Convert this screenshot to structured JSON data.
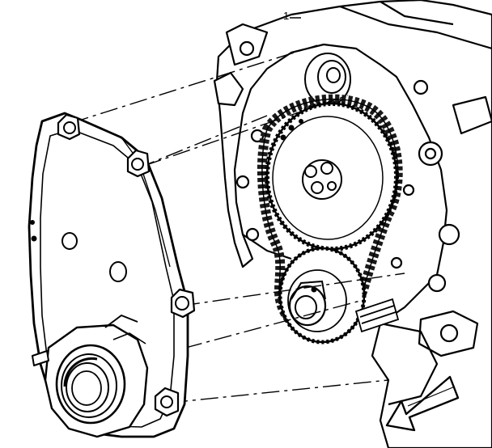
{
  "diagram": {
    "callout_number": "1",
    "colors": {
      "ink": "#000000",
      "paper": "#ffffff",
      "chain_fill": "#1a1a1a"
    },
    "parts": [
      {
        "id": "timing-cover",
        "name": "timing-cover"
      },
      {
        "id": "crankshaft-seal",
        "name": "crankshaft-front-oil-seal"
      },
      {
        "id": "camshaft-sprocket",
        "name": "camshaft-sprocket"
      },
      {
        "id": "timing-chain",
        "name": "timing-chain"
      },
      {
        "id": "crankshaft-sprocket",
        "name": "crankshaft-sprocket"
      },
      {
        "id": "engine-block",
        "name": "engine-block-front"
      },
      {
        "id": "direction-arrow",
        "name": "front-direction-arrow-icon"
      }
    ]
  }
}
